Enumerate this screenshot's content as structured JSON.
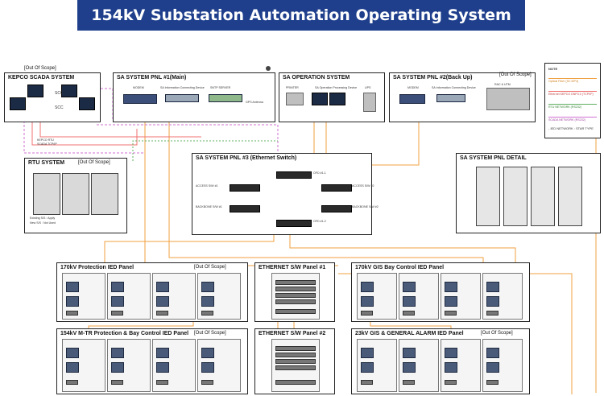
{
  "title": "154kV Substation Automation Operating System",
  "scope_label": "[Out Of Scope]",
  "kepco": {
    "title": "KEPCO SCADA SYSTEM",
    "scc1": "SCC",
    "scc2": "SCC",
    "note1": "KEPCO RTU",
    "note2": "SCADA TCP/IP"
  },
  "pnl1": {
    "title": "SA SYSTEM PNL #1(Main)",
    "modem": "MODEM",
    "info": "SA Information Connecting Device",
    "sntp": "SNTP SERVER",
    "gps": "GPS Antenna"
  },
  "ops": {
    "title": "SA OPERATION SYSTEM",
    "printer": "PRINTER",
    "proc": "SA Operation Processing Device",
    "ups": "UPS"
  },
  "pnl2": {
    "title": "SA SYSTEM PNL #2(Back Up)",
    "modem": "MODEM",
    "info": "SA Information Connecting Device",
    "rac": "RAC & UTM"
  },
  "legend": {
    "title": "NOTE",
    "items": [
      {
        "label": "Optical Fiber (SC 8/P4)",
        "color": "#f0a040"
      },
      {
        "label": "Ethernet KEPCO DNP3.0 (TCP/IP)",
        "color": "#f07070"
      },
      {
        "label": "RTU NETWORK (RS232)",
        "color": "#60b060"
      },
      {
        "label": "SCADA NETWORK (RS232)",
        "color": "#d070d0"
      }
    ],
    "note": "- IED NETWORK : STAR TYPE"
  },
  "rtu": {
    "title": "RTU SYSTEM",
    "note1": "Existing S/S : Apply",
    "note2": "New S/S : Not Used"
  },
  "pnl3": {
    "title": "SA SYSTEM PNL #3 (Ethernet Switch)",
    "ofd_top": "OFD #1-1",
    "ofd_bot": "OFD #1-2",
    "access1": "ACCESS S/W #1",
    "access2": "ACCESS S/W #2",
    "backbone1": "BACKBONE S/W #1",
    "backbone2": "BACKBONE S/W #2"
  },
  "detail": {
    "title": "SA SYSTEM PNL DETAIL"
  },
  "panels": {
    "p170prot": {
      "title": "170kV Protection IED Panel"
    },
    "eth1": {
      "title": "ETHERNET S/W Panel #1"
    },
    "gis170": {
      "title": "170kV GIS Bay Control IED Panel"
    },
    "mtr": {
      "title": "154kV M-TR Protection & Bay Control IED Panel"
    },
    "eth2": {
      "title": "ETHERNET S/W Panel #2"
    },
    "gis23": {
      "title": "23kV GIS & GENERAL ALARM IED Panel"
    }
  },
  "colors": {
    "banner": "#1f3f8c",
    "fiber": "#f0a040",
    "ethernet": "#f07070",
    "rtu_net": "#60b060",
    "scada_net": "#d070d0"
  }
}
